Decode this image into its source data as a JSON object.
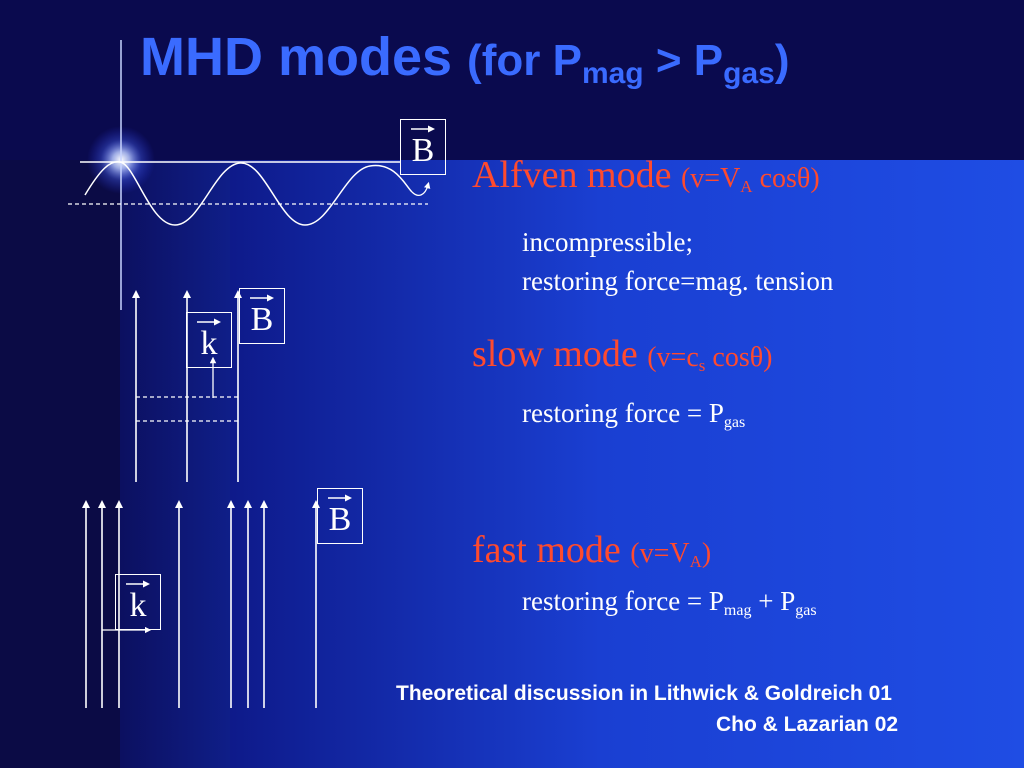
{
  "title": {
    "main": "MHD modes ",
    "open": "(for P",
    "sub1": "mag",
    "mid": " > P",
    "sub2": "gas",
    "close": ")"
  },
  "alfven": {
    "name": "Alfven mode ",
    "formula_pre": "(v=V",
    "formula_sub": "A",
    "formula_post": " cosθ)",
    "line1": "incompressible;",
    "line2": "restoring force=mag. tension"
  },
  "slow": {
    "name": "slow mode ",
    "formula_pre": "(v=c",
    "formula_sub": "s",
    "formula_post": " cosθ)",
    "line1_pre": "restoring force = P",
    "line1_sub": "gas"
  },
  "fast": {
    "name": "fast mode ",
    "formula_pre": "(v=V",
    "formula_sub": "A",
    "formula_post": ")",
    "line1_pre": "restoring force = P",
    "line1_sub1": "mag",
    "line1_mid": " + P",
    "line1_sub2": "gas"
  },
  "vectors": {
    "b_label": "B",
    "k_label": "k"
  },
  "footer": {
    "line1": "Theoretical discussion in Lithwick & Goldreich 01",
    "line2": "Cho & Lazarian 02"
  },
  "colors": {
    "title": "#3a6bff",
    "mode_heading": "#ff4a2e",
    "body_text": "#ffffff"
  },
  "icons": {
    "vector_arrow": "overline-arrow-icon",
    "flare": "lens-flare-icon"
  }
}
